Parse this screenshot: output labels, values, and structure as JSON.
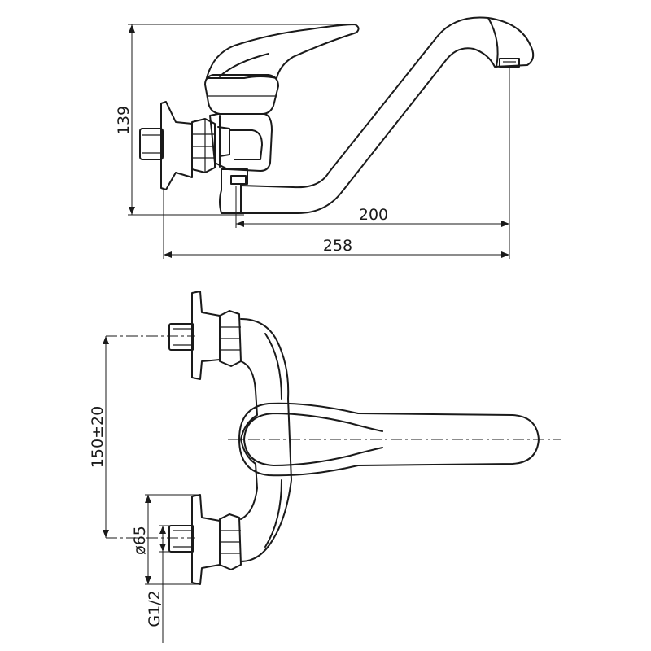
{
  "top_view": {
    "height_label": "139",
    "reach_label": "200",
    "overall_label": "258"
  },
  "bottom_view": {
    "spacing_label": "150±20",
    "flange_label": "ø65",
    "thread_label": "G1/2"
  }
}
